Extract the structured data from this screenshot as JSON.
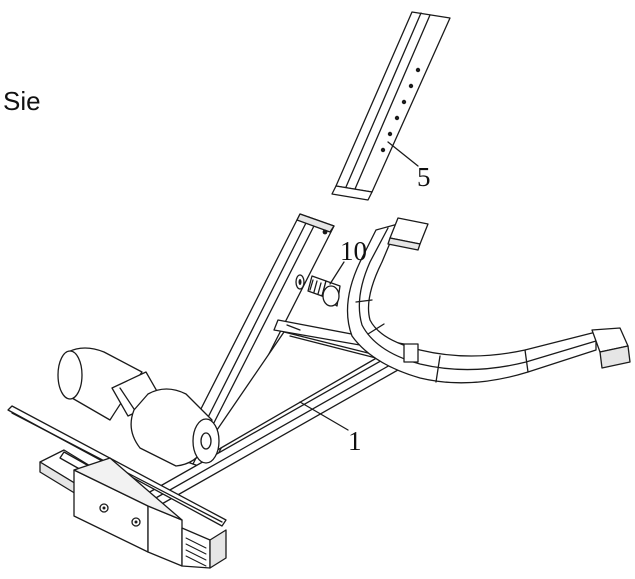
{
  "intro_text": "Sie",
  "callouts": {
    "part_5": "5",
    "part_10": "10",
    "part_1": "1"
  },
  "colors": {
    "line": "#1a1a1a",
    "shade": "#cfcfcf",
    "background": "#ffffff"
  }
}
